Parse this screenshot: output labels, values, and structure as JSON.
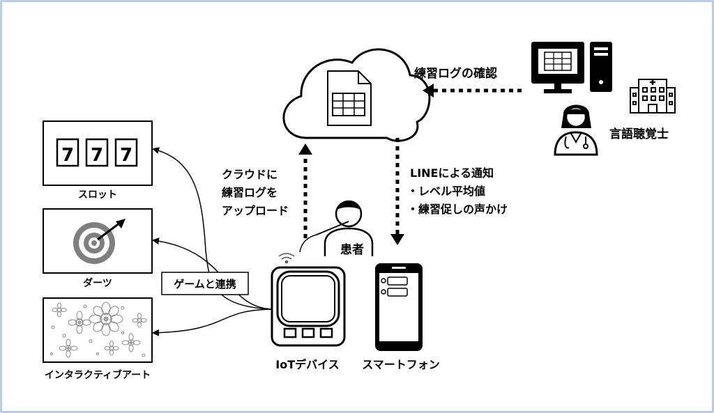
{
  "labels": {
    "slot": "スロット",
    "darts": "ダーツ",
    "art": "インタラクティブアート",
    "game_link": "ゲームと連携",
    "upload": [
      "クラウドに",
      "練習ログを",
      "アップロード"
    ],
    "notify": [
      "LINEによる通知",
      "・レベル平均値",
      "・練習促しの声かけ"
    ],
    "check_log": "練習ログの確認",
    "therapist": "言語聴覚士",
    "patient": "患者",
    "iot_device": "IoTデバイス",
    "smartphone": "スマートフォン",
    "slot_digits": [
      "7",
      "7",
      "7"
    ]
  },
  "icons": {
    "cloud": "cloud-icon",
    "spreadsheet": "spreadsheet-icon",
    "computer": "desktop-computer-icon",
    "hospital": "hospital-icon",
    "doctor": "doctor-icon",
    "patient": "patient-icon",
    "wifi": "wifi-icon",
    "device": "iot-device-icon",
    "phone": "smartphone-icon",
    "target": "dart-target-icon",
    "flowers": "flower-art-icon"
  },
  "colors": {
    "frame_border": "#b8cce4",
    "line": "#000000",
    "target_gray": "#7f7f7f"
  }
}
